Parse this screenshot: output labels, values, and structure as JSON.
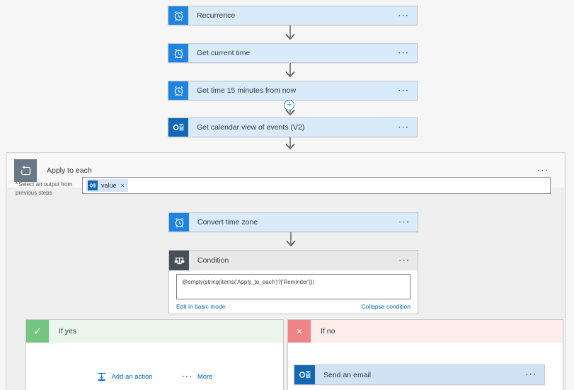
{
  "ui": {
    "ellipsis": "•••",
    "plus": "+",
    "check": "✓",
    "cross": "×",
    "token_close": "×",
    "asterisk": "*"
  },
  "colors": {
    "action_icon_blue": "#1e83e2",
    "action_body_blue": "#d9eafa",
    "outlook_blue": "#1268b3",
    "apply_icon_gray": "#697886",
    "condition_icon_dark": "#475059",
    "yes_green": "#74c57f",
    "no_red": "#ef8486",
    "link_blue": "#0067b8"
  },
  "flow": {
    "top_cards": [
      {
        "label": "Recurrence",
        "icon": "clock"
      },
      {
        "label": "Get current time",
        "icon": "clock"
      },
      {
        "label": "Get time 15 minutes from now",
        "icon": "clock"
      },
      {
        "label": "Get calendar view of events (V2)",
        "icon": "outlook"
      }
    ]
  },
  "apply": {
    "title": "Apply to each",
    "output_label": "Select an output from previous steps",
    "token": "value",
    "convert_card_label": "Convert time zone"
  },
  "condition": {
    "title": "Condition",
    "expression": "@empty(string(items('Apply_to_each')?['Reminder']))",
    "edit_link": "Edit in basic mode",
    "collapse_link": "Collapse condition"
  },
  "branches": {
    "yes": {
      "title": "If yes",
      "add_action": "Add an action",
      "more": "More"
    },
    "no": {
      "title": "If no",
      "send_email": "Send an email"
    }
  }
}
